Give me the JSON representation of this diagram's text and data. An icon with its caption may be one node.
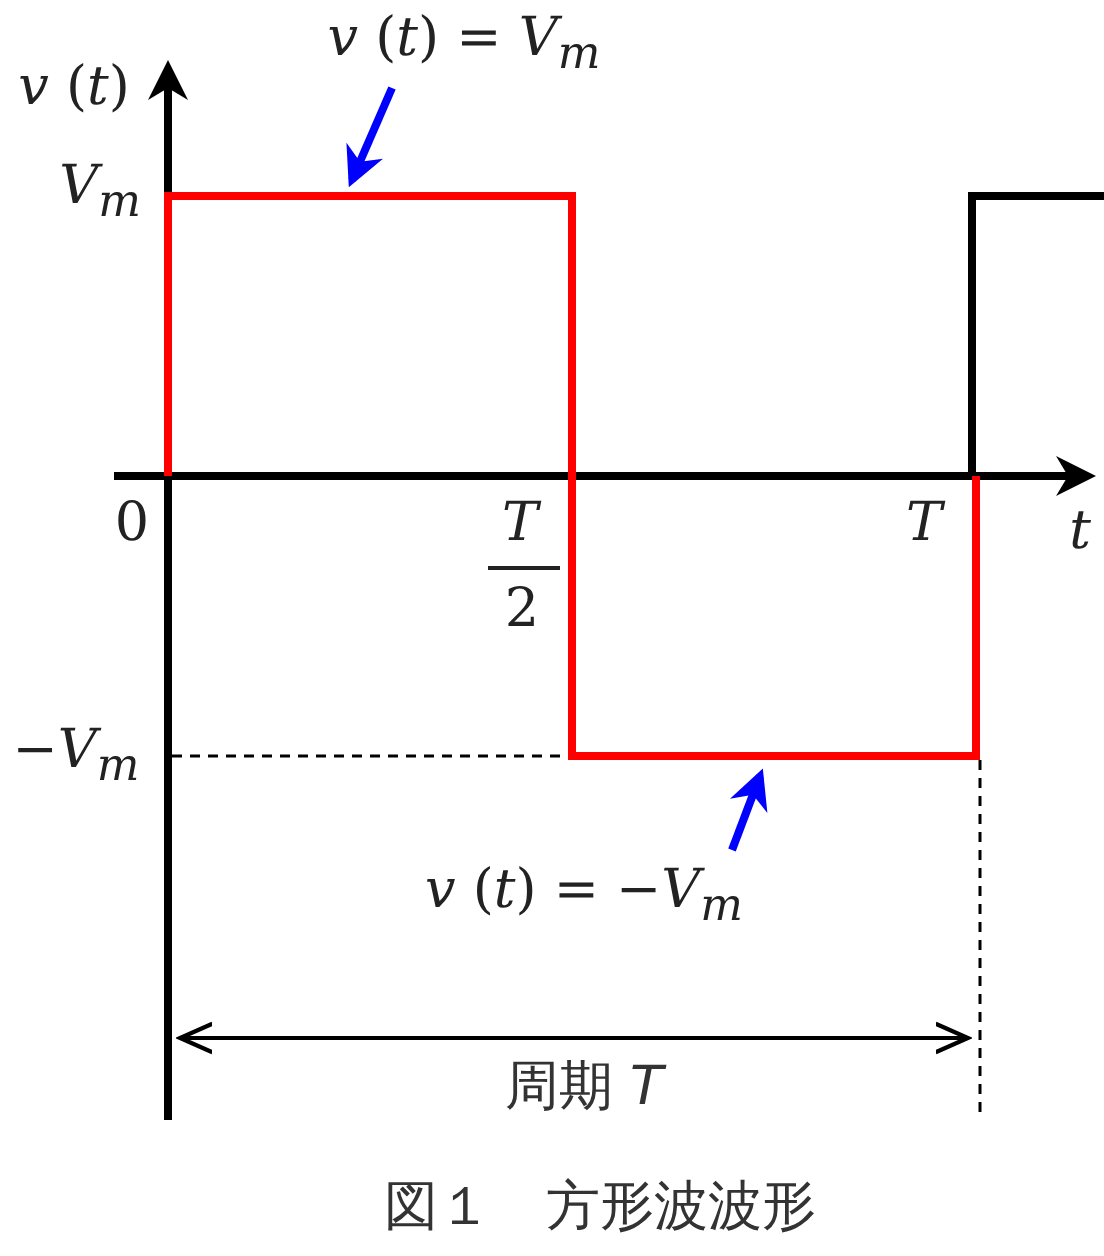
{
  "diagram": {
    "caption": "図１　方形波波形",
    "nodes": [
      {
        "text": [
          "*v* (*t*) = *V*$_{m}$"
        ]
      },
      {
        "text": [
          "*v* (*t*) = −*V*$_{m}$"
        ]
      }
    ],
    "edges": [
      {
        "from": 0,
        "to": null,
        "arrow": "to",
        "color": "#0000ff"
      },
      {
        "from": 1,
        "to": null,
        "arrow": "to",
        "color": "#0000ff"
      }
    ],
    "labels": [
      "*v* (*t*)",
      "*V*$_{m}$",
      "0",
      "*T*",
      "*T*",
      "*t*",
      "2",
      "−*V*$_{m}$",
      "周期 *T*"
    ]
  }
}
